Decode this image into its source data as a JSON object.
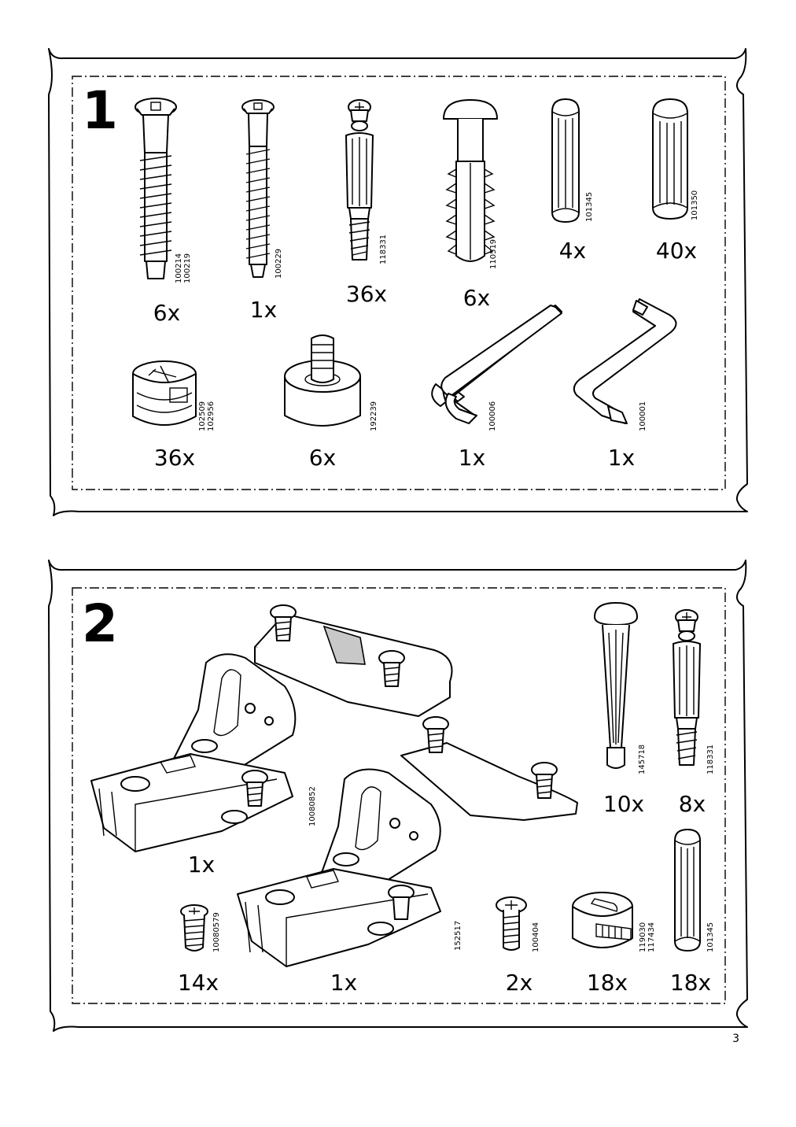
{
  "page_number": "3",
  "step1": {
    "number": "1",
    "parts": [
      {
        "name": "screw-100214",
        "codes": [
          "100214",
          "100219"
        ],
        "qty": "6x"
      },
      {
        "name": "screw-100229",
        "codes": [
          "100229"
        ],
        "qty": "1x"
      },
      {
        "name": "cam-bolt-118331",
        "codes": [
          "118331"
        ],
        "qty": "36x"
      },
      {
        "name": "shelf-pin-110519",
        "codes": [
          "110519"
        ],
        "qty": "6x"
      },
      {
        "name": "dowel-101345",
        "codes": [
          "101345"
        ],
        "qty": "4x"
      },
      {
        "name": "dowel-101350",
        "codes": [
          "101350"
        ],
        "qty": "40x"
      },
      {
        "name": "cam-lock-102509",
        "codes": [
          "102509",
          "102956"
        ],
        "qty": "36x"
      },
      {
        "name": "foot-192239",
        "codes": [
          "192239"
        ],
        "qty": "6x"
      },
      {
        "name": "allen-key-100006",
        "codes": [
          "100006"
        ],
        "qty": "1x"
      },
      {
        "name": "allen-key-100001",
        "codes": [
          "100001"
        ],
        "qty": "1x"
      }
    ]
  },
  "step2": {
    "number": "2",
    "parts": [
      {
        "name": "hinge-10080852",
        "codes": [
          "10080852"
        ],
        "qty": "1x"
      },
      {
        "name": "hinge-152517",
        "codes": [
          "152517"
        ],
        "qty": "1x"
      },
      {
        "name": "dowel-145718",
        "codes": [
          "145718"
        ],
        "qty": "10x"
      },
      {
        "name": "cam-bolt-118331",
        "codes": [
          "118331"
        ],
        "qty": "8x"
      },
      {
        "name": "screw-10080579",
        "codes": [
          "10080579"
        ],
        "qty": "14x"
      },
      {
        "name": "screw-100404",
        "codes": [
          "100404"
        ],
        "qty": "2x"
      },
      {
        "name": "cam-lock-119030",
        "codes": [
          "119030",
          "117434"
        ],
        "qty": "18x"
      },
      {
        "name": "dowel-101345",
        "codes": [
          "101345"
        ],
        "qty": "18x"
      }
    ]
  }
}
